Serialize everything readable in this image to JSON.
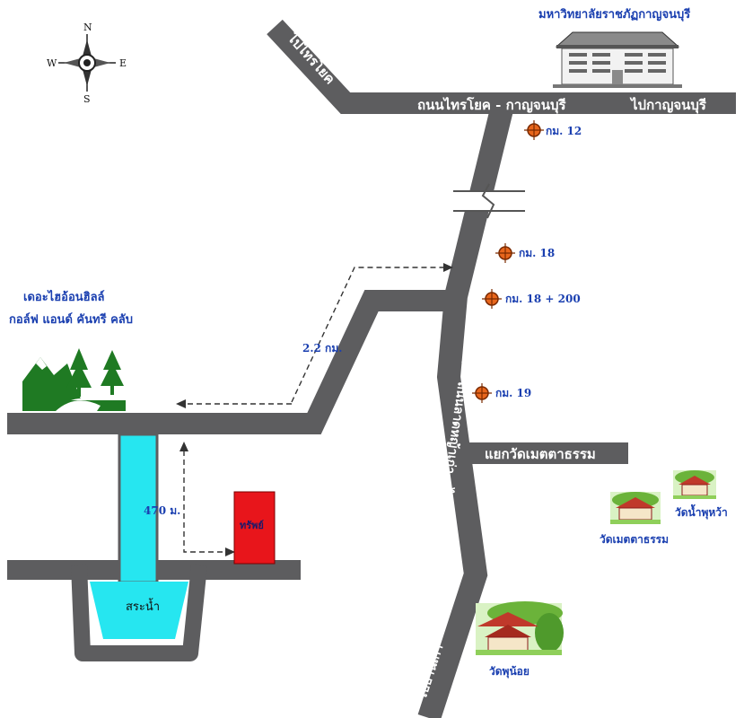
{
  "compass": {
    "n": "N",
    "s": "S",
    "e": "E",
    "w": "W",
    "icon": "compass-rose-icon"
  },
  "university": {
    "name": "มหาวิทยาลัยราชภัฏกาญจนบุรี",
    "icon": "building-icon"
  },
  "roads": {
    "main_road": "ถนนไทรโยค - กาญจนบุรี",
    "to_kanchanaburi": "ไปกาญจนบุรี",
    "to_saiyok": "ไปไทรโยค",
    "route_number": "(ทล.3229)",
    "route_name": "ถนนลาดหญ้าเก่า - ไทรโยค",
    "to_ban_kao": "ไปบ้านเก่า",
    "junction": "แยกวัดเมตตาธรรม"
  },
  "kilometer_markers": [
    {
      "label": "กม. 12"
    },
    {
      "label": "กม. 18"
    },
    {
      "label": "กม. 18 + 200"
    },
    {
      "label": "กม. 19"
    }
  ],
  "golf": {
    "line1": "เดอะไฮอ้อนฮิลล์",
    "line2": "กอล์ฟ แอนด์ คันทรี คลับ",
    "icon": "mountain-trees-icon"
  },
  "distances": {
    "far": "2.2 กม.",
    "near": "470 ม."
  },
  "property": {
    "label": "ทรัพย์"
  },
  "pond": {
    "label": "สระน้ำ"
  },
  "temples": [
    {
      "label": "วัดน้ำพุหว้า",
      "icon": "temple-icon"
    },
    {
      "label": "วัดเมตตาธรรม",
      "icon": "temple-icon"
    },
    {
      "label": "วัดพุน้อย",
      "icon": "temple-icon"
    }
  ],
  "colors": {
    "road": "#5d5d5f",
    "label": "#1a3fb0",
    "property": "#e8151b",
    "pond": "#26e6f0",
    "marker": "#e8661c",
    "golf": "#1f7a23"
  }
}
